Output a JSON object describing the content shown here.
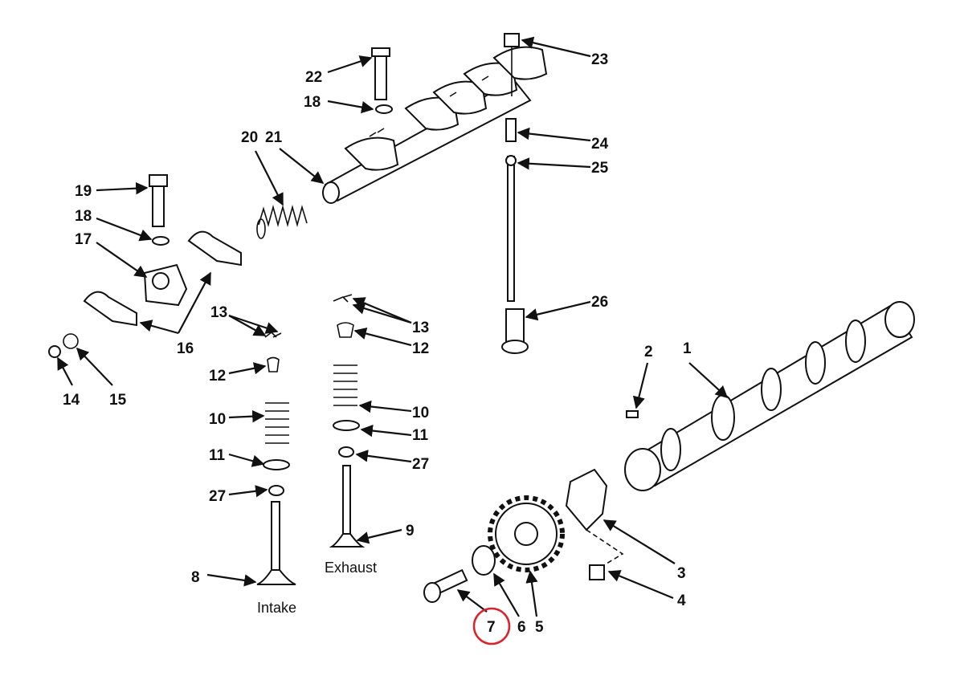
{
  "diagram": {
    "title_hidden": "",
    "highlight_color": "#d9232a",
    "labels": {
      "l22": "22",
      "l23": "23",
      "l18a": "18",
      "l24": "24",
      "l20": "20",
      "l21": "21",
      "l25": "25",
      "l19": "19",
      "l18b": "18",
      "l17": "17",
      "l26": "26",
      "l13a": "13",
      "l13b": "13",
      "l12a": "12",
      "l16": "16",
      "l2": "2",
      "l1": "1",
      "l14": "14",
      "l15": "15",
      "l12b": "12",
      "l10a": "10",
      "l10b": "10",
      "l11a": "11",
      "l11b": "11",
      "l27a": "27",
      "l27b": "27",
      "l9": "9",
      "l3": "3",
      "l8": "8",
      "l4": "4",
      "l7": "7",
      "l6": "6",
      "l5": "5"
    },
    "words": {
      "exhaust": "Exhaust",
      "intake": "Intake"
    }
  }
}
